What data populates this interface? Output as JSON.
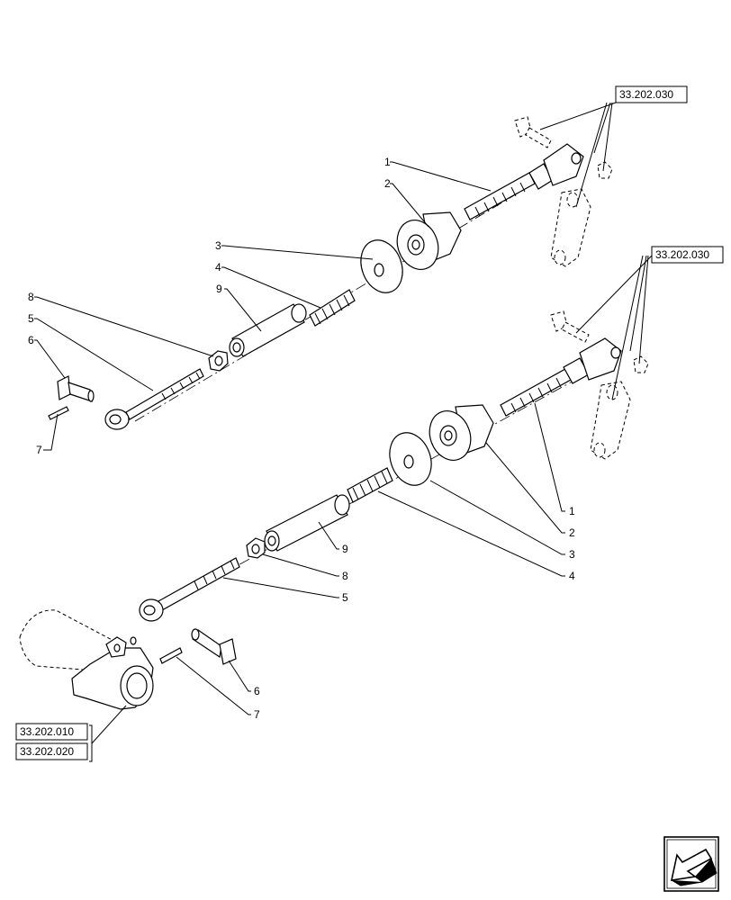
{
  "refs": {
    "upper_link": "33.202.030",
    "lower_link": "33.202.030",
    "frame_1": "33.202.010",
    "frame_2": "33.202.020"
  },
  "callouts": {
    "upper": {
      "1": "1",
      "2": "2",
      "3": "3",
      "4": "4",
      "5": "5",
      "6": "6",
      "7": "7",
      "8": "8",
      "9": "9"
    },
    "lower": {
      "1": "1",
      "2": "2",
      "3": "3",
      "4": "4",
      "5": "5",
      "6": "6",
      "7": "7",
      "8": "8",
      "9": "9"
    }
  },
  "nav": {
    "icon": "exploded-view-arrow-icon"
  }
}
